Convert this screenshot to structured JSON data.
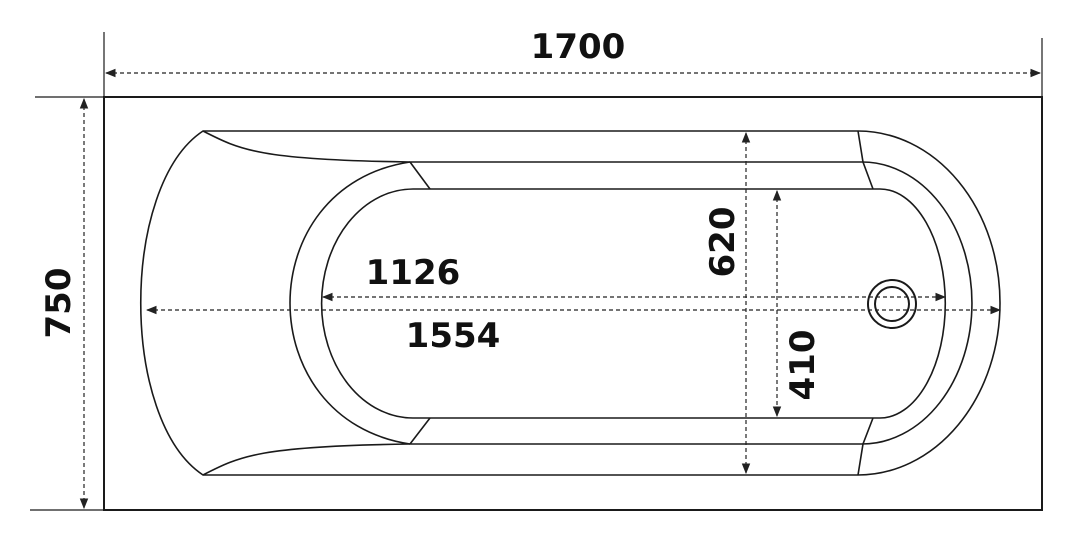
{
  "dimensions": {
    "overall_length": "1700",
    "overall_width": "750",
    "inner_length": "1126",
    "interior_length": "1554",
    "inner_width_max": "620",
    "inner_width_min": "410"
  },
  "colors": {
    "line": "#1a1a1a",
    "background": "#ffffff"
  }
}
